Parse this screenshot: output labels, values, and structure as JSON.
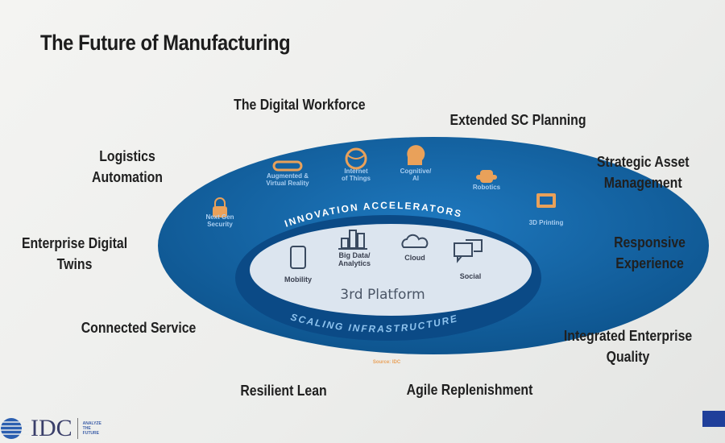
{
  "title": "The Future of Manufacturing",
  "outer_labels": [
    "The Digital Workforce",
    "Extended SC Planning",
    "Logistics\nAutomation",
    "Strategic Asset\nManagement",
    "Enterprise Digital\nTwins",
    "Responsive\nExperience",
    "Connected Service",
    "Integrated Enterprise\nQuality",
    "Resilient Lean",
    "Agile Replenishment"
  ],
  "innovation_ring": {
    "label": "INNOVATION ACCELERATORS",
    "items": [
      {
        "label": "Next Gen\nSecurity",
        "icon": "lock-icon"
      },
      {
        "label": "Augmented &\nVirtual Reality",
        "icon": "vr-headset-icon"
      },
      {
        "label": "Internet\nof Things",
        "icon": "globe-icon"
      },
      {
        "label": "Cognitive/\nAI",
        "icon": "brain-head-icon"
      },
      {
        "label": "Robotics",
        "icon": "robot-icon"
      },
      {
        "label": "3D Printing",
        "icon": "3d-printer-icon"
      }
    ]
  },
  "platform": {
    "label": "3rd Platform",
    "items": [
      {
        "label": "Mobility",
        "icon": "phone-icon"
      },
      {
        "label": "Big Data/\nAnalytics",
        "icon": "bar-chart-icon"
      },
      {
        "label": "Cloud",
        "icon": "cloud-icon"
      },
      {
        "label": "Social",
        "icon": "chat-bubbles-icon"
      }
    ]
  },
  "scaling_label": "SCALING INFRASTRUCTURE",
  "source": "Source: IDC",
  "logo": {
    "name": "IDC",
    "tagline": "ANALYZE THE FUTURE"
  },
  "colors": {
    "ring": "#1565a8",
    "ring_dark": "#0d4f8e",
    "icon": "#e9a15a",
    "inner": "#dde6f0"
  }
}
